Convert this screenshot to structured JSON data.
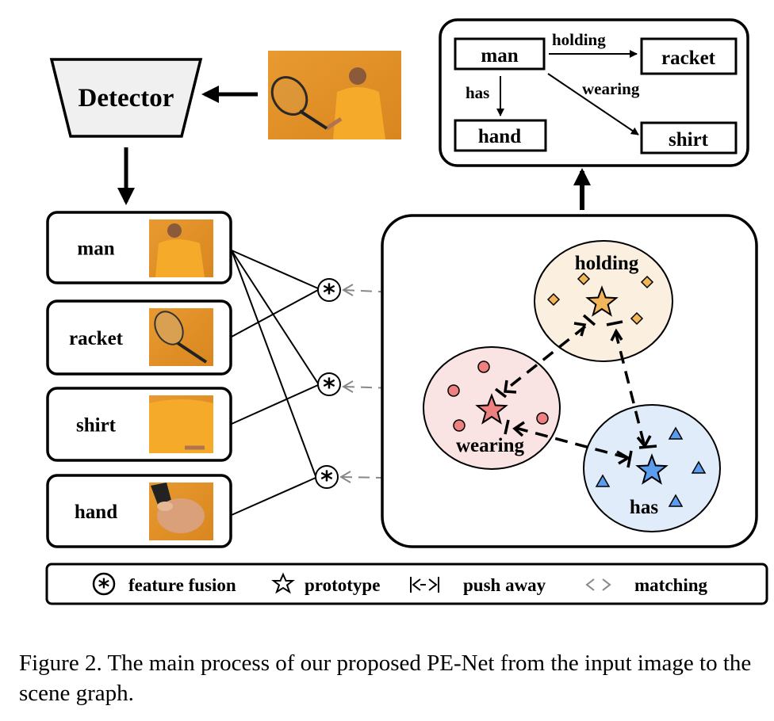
{
  "detector": {
    "label": "Detector"
  },
  "input_image": {
    "description": "tennis player holding racket on orange background"
  },
  "objects": [
    {
      "label": "man",
      "crop": "man"
    },
    {
      "label": "racket",
      "crop": "racket"
    },
    {
      "label": "shirt",
      "crop": "shirt"
    },
    {
      "label": "hand",
      "crop": "hand"
    }
  ],
  "scene_graph": {
    "nodes": [
      "man",
      "racket",
      "hand",
      "shirt"
    ],
    "edges": [
      {
        "from": "man",
        "to": "racket",
        "label": "holding"
      },
      {
        "from": "man",
        "to": "hand",
        "label": "has"
      },
      {
        "from": "man",
        "to": "shirt",
        "label": "wearing"
      }
    ]
  },
  "clusters": [
    {
      "label": "holding",
      "fill": "#FBF0DF",
      "marker": "diamond",
      "marker_color": "#F2B55A"
    },
    {
      "label": "wearing",
      "fill": "#F9E3E3",
      "marker": "circle",
      "marker_color": "#EE8080"
    },
    {
      "label": "has",
      "fill": "#E1ECFB",
      "marker": "triangle",
      "marker_color": "#5B9CEF"
    }
  ],
  "legend": [
    {
      "icon": "feature-fusion-icon",
      "label": "feature fusion"
    },
    {
      "icon": "prototype-star-icon",
      "label": "prototype"
    },
    {
      "icon": "push-away-icon",
      "label": "push away"
    },
    {
      "icon": "matching-arrow-icon",
      "label": "matching"
    }
  ],
  "caption": "Figure 2. The main process of our proposed PE-Net from the input image to the scene graph."
}
